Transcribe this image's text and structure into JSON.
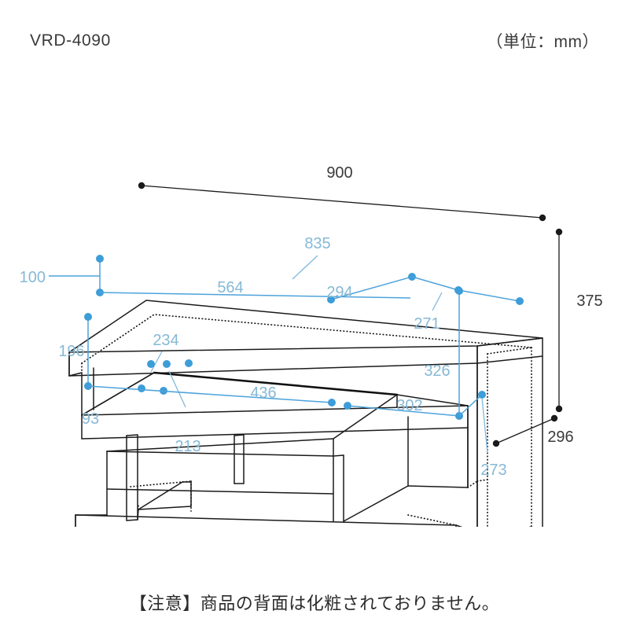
{
  "header": {
    "model_code": "VRD-4090",
    "unit_note": "（単位：mm）"
  },
  "footer": {
    "caution": "【注意】商品の背面は化粧されておりません。"
  },
  "colors": {
    "outline": "#1a1a1a",
    "hidden_line": "#1a1a1a",
    "primary_dim_line": "#1a1a1a",
    "primary_dim_text": "#3a3a3a",
    "blue_dim_line": "#4da3db",
    "blue_dim_dot": "#3d9dd8",
    "blue_dim_text": "#86b9d6",
    "background": "#ffffff"
  },
  "chart_data": {
    "type": "diagram",
    "title": "VRD-4090",
    "subtitle": "（単位：mm）",
    "unit": "mm",
    "view": "isometric-3d-exploded-dimension-drawing",
    "object": "TV stand / AV rack",
    "outer_dimensions": [
      {
        "label": "900",
        "value": 900,
        "axis": "width",
        "style": "black",
        "position": "top"
      },
      {
        "label": "375",
        "value": 375,
        "axis": "height",
        "style": "black",
        "position": "right"
      },
      {
        "label": "296",
        "value": 296,
        "axis": "depth",
        "style": "black",
        "position": "bottom-right"
      }
    ],
    "inner_dimensions": [
      {
        "label": "835",
        "value": 835,
        "style": "blue",
        "kind": "leader",
        "note": "upper shelf inner width"
      },
      {
        "label": "100",
        "value": 100,
        "style": "blue",
        "kind": "vertical",
        "note": "upper compartment height"
      },
      {
        "label": "564",
        "value": 564,
        "style": "blue",
        "kind": "horizontal",
        "note": "upper left opening width"
      },
      {
        "label": "294",
        "value": 294,
        "style": "blue",
        "kind": "horizontal",
        "note": "upper right opening width"
      },
      {
        "label": "271",
        "value": 271,
        "style": "blue",
        "kind": "leader",
        "note": "right side inner width"
      },
      {
        "label": "196",
        "value": 196,
        "style": "blue",
        "kind": "vertical",
        "note": "lower compartment height"
      },
      {
        "label": "234",
        "value": 234,
        "style": "blue",
        "kind": "leader",
        "note": "left small compartment"
      },
      {
        "label": "213",
        "value": 213,
        "style": "blue",
        "kind": "leader",
        "note": "left small compartment depth"
      },
      {
        "label": "93",
        "value": 93,
        "style": "blue",
        "kind": "label",
        "note": "left base width"
      },
      {
        "label": "436",
        "value": 436,
        "style": "blue",
        "kind": "horizontal",
        "note": "lower center opening width"
      },
      {
        "label": "302",
        "value": 302,
        "style": "blue",
        "kind": "horizontal",
        "note": "lower right opening width"
      },
      {
        "label": "326",
        "value": 326,
        "style": "blue",
        "kind": "vertical",
        "note": "lower right opening height"
      },
      {
        "label": "273",
        "value": 273,
        "style": "blue",
        "kind": "leader",
        "note": "bottom right depth"
      }
    ],
    "all_labels": [
      "900",
      "835",
      "100",
      "564",
      "294",
      "271",
      "375",
      "196",
      "234",
      "326",
      "93",
      "213",
      "436",
      "302",
      "296",
      "273"
    ]
  },
  "dimensions": {
    "d900": "900",
    "d835": "835",
    "d100": "100",
    "d564": "564",
    "d294": "294",
    "d271": "271",
    "d375": "375",
    "d196": "196",
    "d234": "234",
    "d326": "326",
    "d93": "93",
    "d213": "213",
    "d436": "436",
    "d302": "302",
    "d296": "296",
    "d273": "273"
  }
}
